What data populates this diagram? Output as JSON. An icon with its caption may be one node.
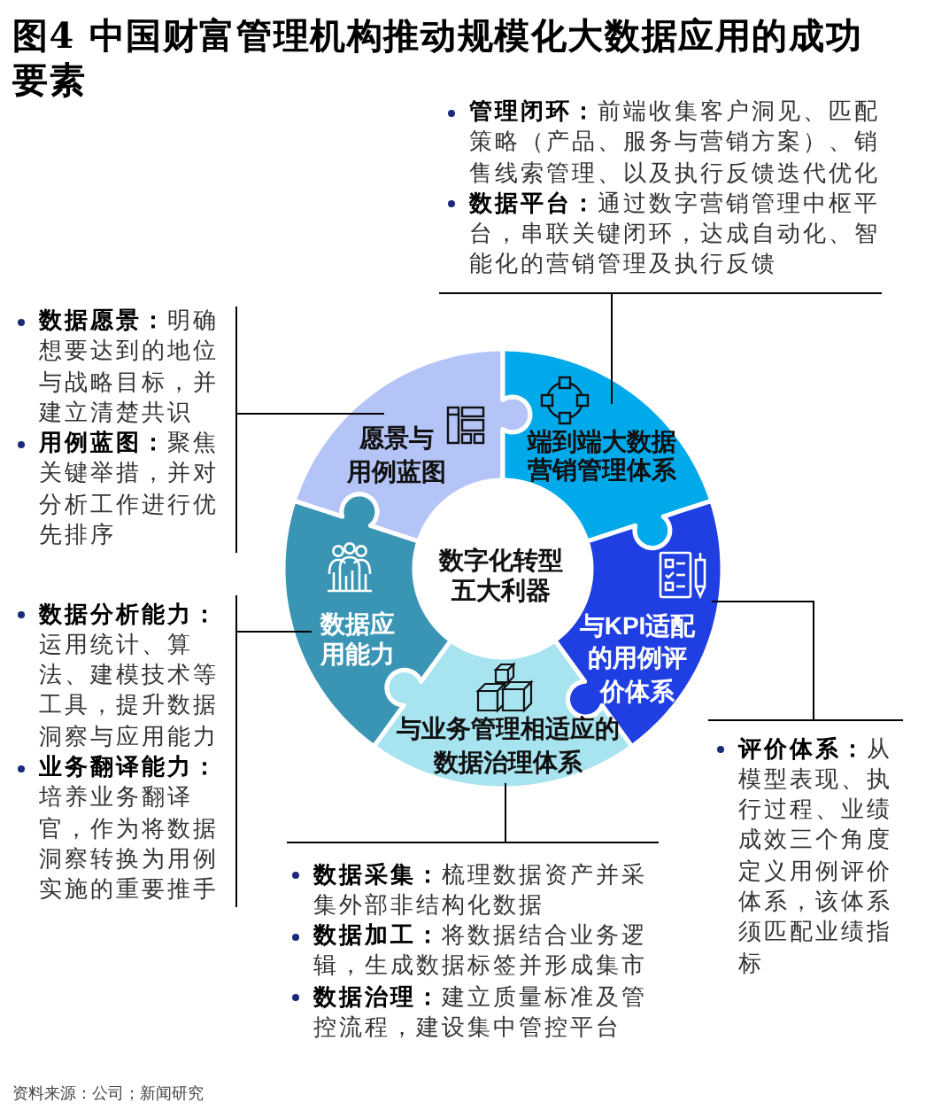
{
  "diagram": {
    "title": "图4 中国财富管理机构推动规模化大数据应用的成功要素",
    "nodes": [
      {
        "text": [
          "数字化转型五大利器"
        ]
      },
      {
        "text": [
          "愿景与用例蓝图"
        ]
      },
      {
        "text": [
          "端到端大数据营销管理体系"
        ]
      },
      {
        "text": [
          "与KPI适配的用例评价体系"
        ]
      },
      {
        "text": [
          "与业务管理相适应的数据治理体系"
        ]
      },
      {
        "text": [
          "数据应用能力"
        ]
      },
      {
        "text": [
          "**管理闭环：**前端收集客户洞见、匹配策略（产品、服务与营销方案）、销售线索管理、以及执行反馈迭代优化",
          "**数据平台：**通过数字营销管理中枢平台，串联关键闭环，达成自动化、智能化的营销管理及执行反馈"
        ]
      },
      {
        "text": [
          "**数据愿景：**明确想要达到的地位与战略目标，并建立清楚共识",
          "**用例蓝图：**聚焦关键举措，并对分析工作进行优先排序"
        ]
      },
      {
        "text": [
          "**数据分析能力：**运用统计、算法、建模技术等工具，提升数据洞察与应用能力",
          "**业务翻译能力：**培养业务翻译官，作为将数据洞察转换为用例实施的重要推手"
        ]
      },
      {
        "text": [
          "**评价体系：**从模型表现、执行过程、业绩成效三个角度定义用例评价体系，该体系须匹配业绩指标"
        ]
      },
      {
        "text": [
          "**数据采集：**梳理数据资产并采集外部非结构化数据",
          "**数据加工：**将数据结合业务逻辑，生成数据标签并形成集市",
          "**数据治理：**建立质量标准及管控流程，建设集中管控平台"
        ]
      }
    ],
    "edges": [
      {
        "from": 6,
        "to": 2,
        "arrow": "none"
      },
      {
        "from": 7,
        "to": 1,
        "arrow": "none"
      },
      {
        "from": 8,
        "to": 5,
        "arrow": "none"
      },
      {
        "from": 9,
        "to": 3,
        "arrow": "none"
      },
      {
        "from": 10,
        "to": 4,
        "arrow": "none"
      }
    ],
    "labels": [
      "资料来源：公司；新闻研究"
    ]
  }
}
